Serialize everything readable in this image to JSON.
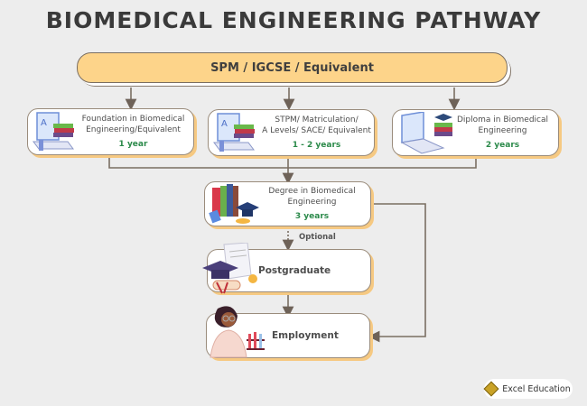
{
  "title": "BIOMEDICAL ENGINEERING PATHWAY",
  "entry": {
    "label": "SPM / IGCSE / Equivalent"
  },
  "routes": [
    {
      "name": "Foundation in Biomedical Engineering/Equivalent",
      "line1": "Foundation in Biomedical",
      "line2": "Engineering/Equivalent",
      "duration": "1 year",
      "icon": "laptop-books-icon"
    },
    {
      "name": "STPM/ Matriculation/ A Levels/ SACE/ Equivalent",
      "line1": "STPM/ Matriculation/",
      "line2": "A Levels/ SACE/ Equivalent",
      "duration": "1 - 2 years",
      "icon": "laptop-books-icon"
    },
    {
      "name": "Diploma in Biomedical Engineering",
      "line1": "Diploma in Biomedical",
      "line2": "Engineering",
      "duration": "2 years",
      "icon": "laptop-graduation-cap-icon"
    }
  ],
  "degree": {
    "line1": "Degree in Biomedical",
    "line2": "Engineering",
    "duration": "3 years",
    "icon": "books-graduation-cap-icon"
  },
  "optional_label": "Optional",
  "postgraduate": {
    "label": "Postgraduate",
    "icon": "diploma-cap-icon"
  },
  "employment": {
    "label": "Employment",
    "icon": "scientist-icon"
  },
  "brand": {
    "name": "Excel Education",
    "icon": "diamond-logo-icon"
  },
  "colors": {
    "accent": "#fdd48a",
    "shadow": "#f6c982",
    "duration": "#2b8a4a",
    "line": "#7a6e62"
  }
}
